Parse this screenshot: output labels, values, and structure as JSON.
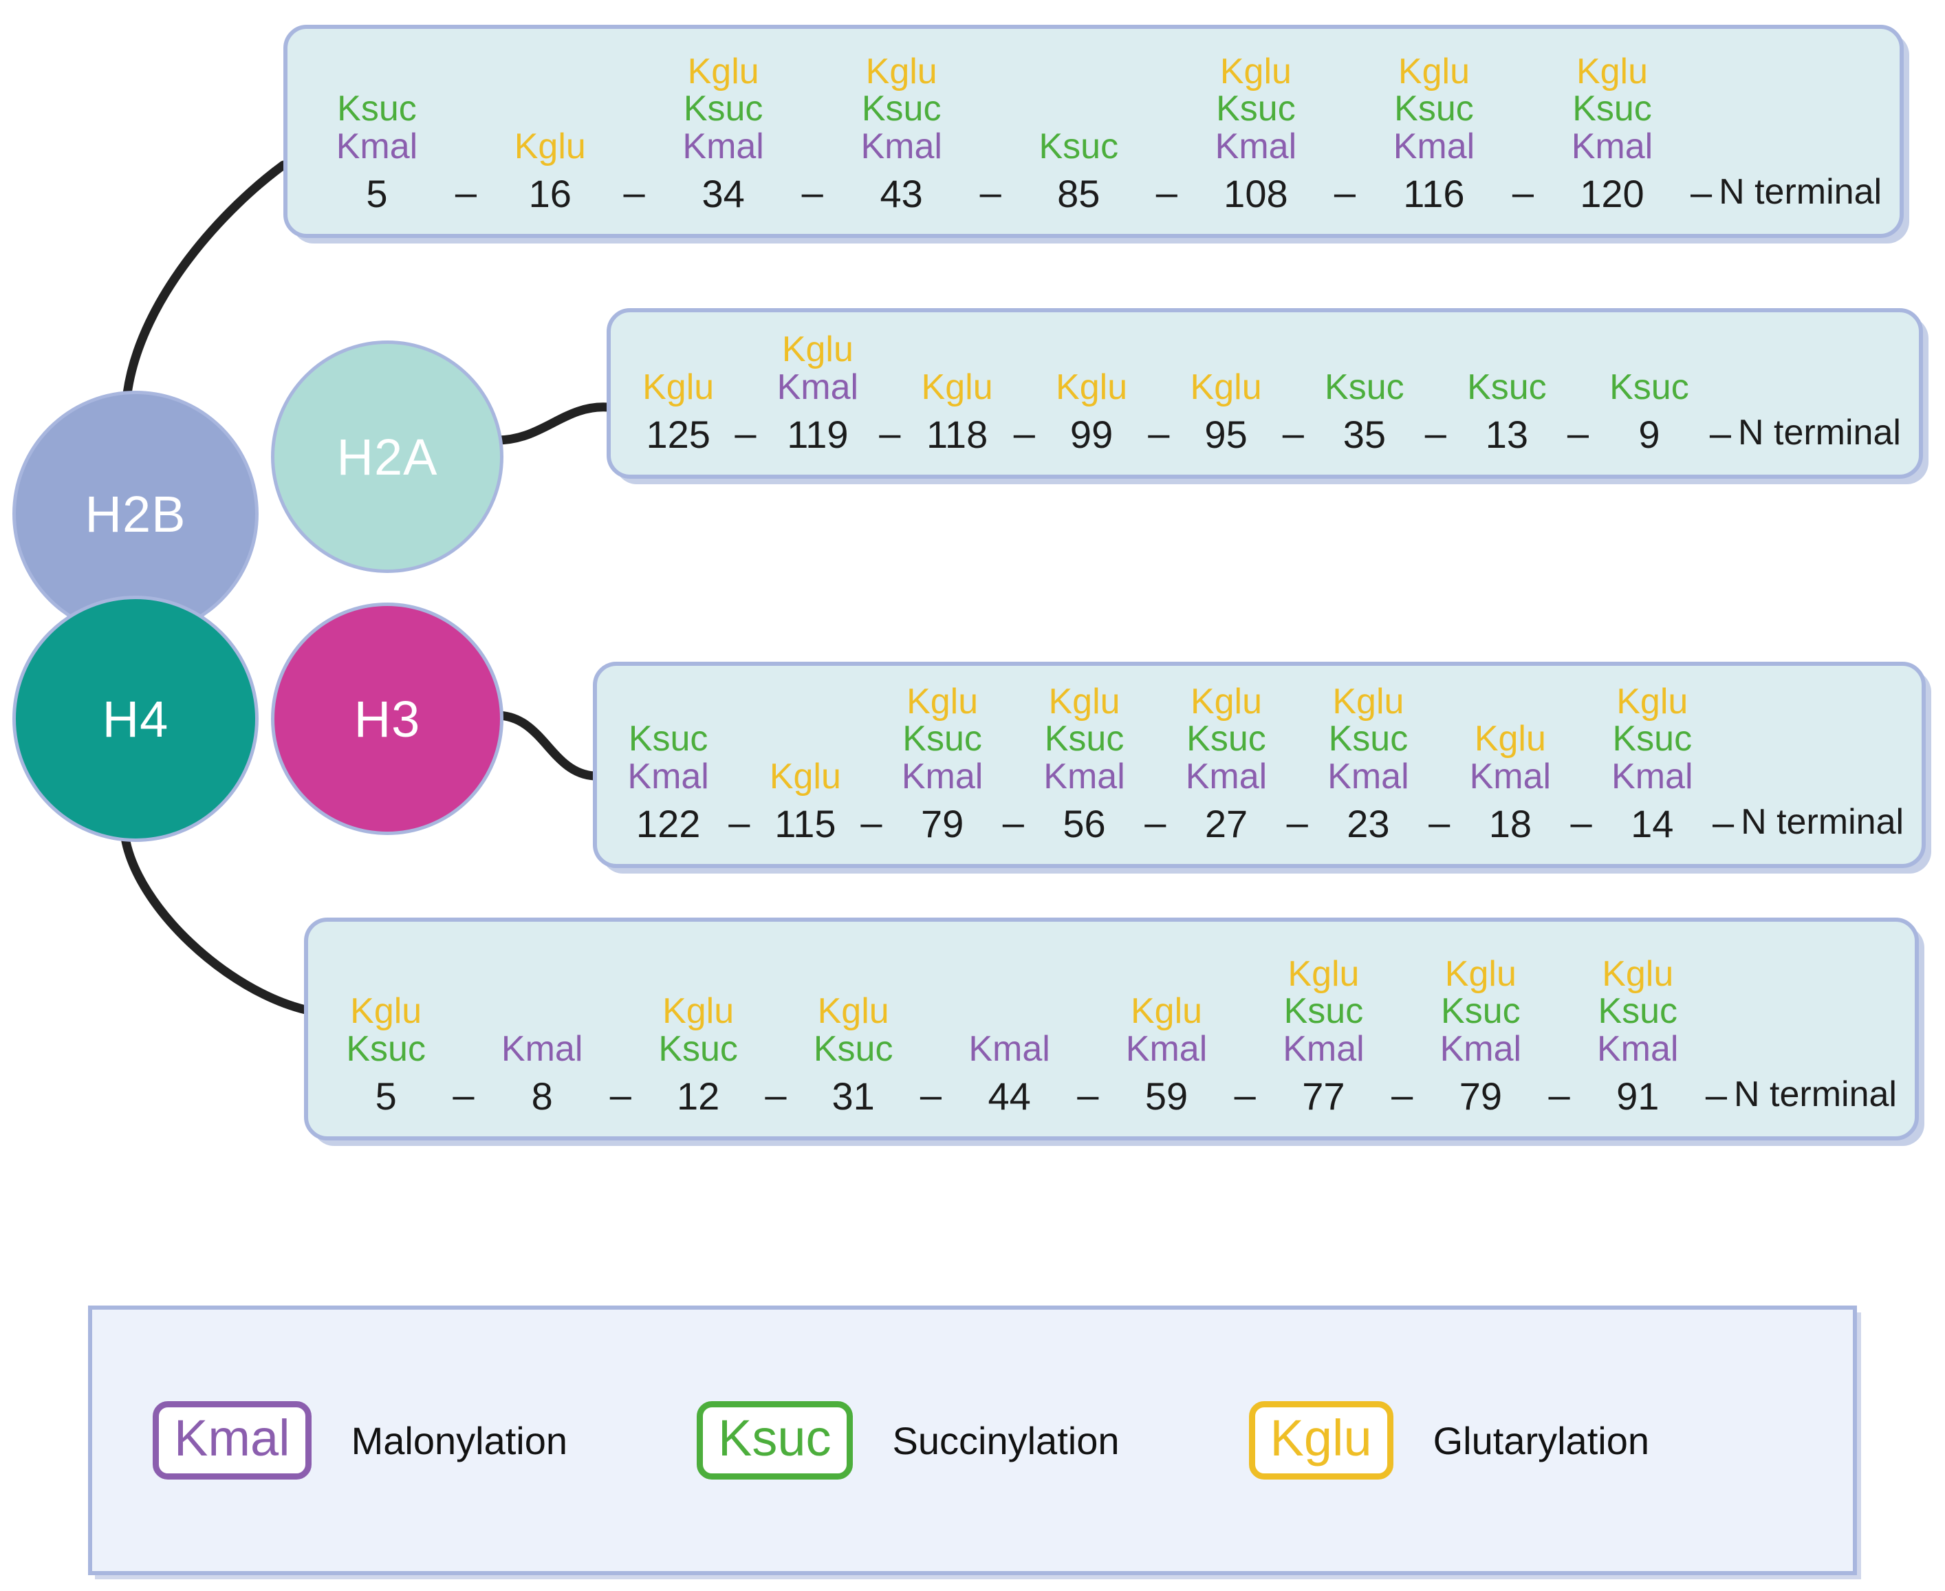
{
  "colors": {
    "kglu": "#EFBE26",
    "ksuc": "#4CAE3C",
    "kmal": "#8B5EAE",
    "box_fill": "#DCEDF0",
    "box_border": "#A8B6DE",
    "legend_fill": "#EDF2FB",
    "h2b": "#96A7D3",
    "h2a": "#AEDCD6",
    "h4": "#0E9B8D",
    "h3": "#CD3B97",
    "connector": "#222222"
  },
  "histones": [
    {
      "id": "h2b",
      "label": "H2B"
    },
    {
      "id": "h2a",
      "label": "H2A"
    },
    {
      "id": "h4",
      "label": "H4"
    },
    {
      "id": "h3",
      "label": "H3"
    }
  ],
  "terminal_label": "N terminal",
  "separator": "–",
  "rows": [
    {
      "histone": "H2B",
      "sites": [
        {
          "position": "5",
          "marks": [
            "Ksuc",
            "Kmal"
          ]
        },
        {
          "position": "16",
          "marks": [
            "Kglu"
          ]
        },
        {
          "position": "34",
          "marks": [
            "Kglu",
            "Ksuc",
            "Kmal"
          ]
        },
        {
          "position": "43",
          "marks": [
            "Kglu",
            "Ksuc",
            "Kmal"
          ]
        },
        {
          "position": "85",
          "marks": [
            "Ksuc"
          ]
        },
        {
          "position": "108",
          "marks": [
            "Kglu",
            "Ksuc",
            "Kmal"
          ]
        },
        {
          "position": "116",
          "marks": [
            "Kglu",
            "Ksuc",
            "Kmal"
          ]
        },
        {
          "position": "120",
          "marks": [
            "Kglu",
            "Ksuc",
            "Kmal"
          ]
        }
      ]
    },
    {
      "histone": "H2A",
      "sites": [
        {
          "position": "125",
          "marks": [
            "Kglu"
          ]
        },
        {
          "position": "119",
          "marks": [
            "Kglu",
            "Kmal"
          ]
        },
        {
          "position": "118",
          "marks": [
            "Kglu"
          ]
        },
        {
          "position": "99",
          "marks": [
            "Kglu"
          ]
        },
        {
          "position": "95",
          "marks": [
            "Kglu"
          ]
        },
        {
          "position": "35",
          "marks": [
            "Ksuc"
          ]
        },
        {
          "position": "13",
          "marks": [
            "Ksuc"
          ]
        },
        {
          "position": "9",
          "marks": [
            "Ksuc"
          ]
        }
      ]
    },
    {
      "histone": "H3",
      "sites": [
        {
          "position": "122",
          "marks": [
            "Ksuc",
            "Kmal"
          ]
        },
        {
          "position": "115",
          "marks": [
            "Kglu"
          ]
        },
        {
          "position": "79",
          "marks": [
            "Kglu",
            "Ksuc",
            "Kmal"
          ]
        },
        {
          "position": "56",
          "marks": [
            "Kglu",
            "Ksuc",
            "Kmal"
          ]
        },
        {
          "position": "27",
          "marks": [
            "Kglu",
            "Ksuc",
            "Kmal"
          ]
        },
        {
          "position": "23",
          "marks": [
            "Kglu",
            "Ksuc",
            "Kmal"
          ]
        },
        {
          "position": "18",
          "marks": [
            "Kglu",
            "Kmal"
          ]
        },
        {
          "position": "14",
          "marks": [
            "Kglu",
            "Ksuc",
            "Kmal"
          ]
        }
      ]
    },
    {
      "histone": "H4",
      "sites": [
        {
          "position": "5",
          "marks": [
            "Kglu",
            "Ksuc"
          ]
        },
        {
          "position": "8",
          "marks": [
            "Kmal"
          ]
        },
        {
          "position": "12",
          "marks": [
            "Kglu",
            "Ksuc"
          ]
        },
        {
          "position": "31",
          "marks": [
            "Kglu",
            "Ksuc"
          ]
        },
        {
          "position": "44",
          "marks": [
            "Kmal"
          ]
        },
        {
          "position": "59",
          "marks": [
            "Kglu",
            "Kmal"
          ]
        },
        {
          "position": "77",
          "marks": [
            "Kglu",
            "Ksuc",
            "Kmal"
          ]
        },
        {
          "position": "79",
          "marks": [
            "Kglu",
            "Ksuc",
            "Kmal"
          ]
        },
        {
          "position": "91",
          "marks": [
            "Kglu",
            "Ksuc",
            "Kmal"
          ]
        }
      ]
    }
  ],
  "legend": {
    "items": [
      {
        "badge": "Kmal",
        "label": "Malonylation",
        "type": "kmal"
      },
      {
        "badge": "Ksuc",
        "label": "Succinylation",
        "type": "ksuc"
      },
      {
        "badge": "Kglu",
        "label": "Glutarylation",
        "type": "kglu"
      }
    ]
  }
}
